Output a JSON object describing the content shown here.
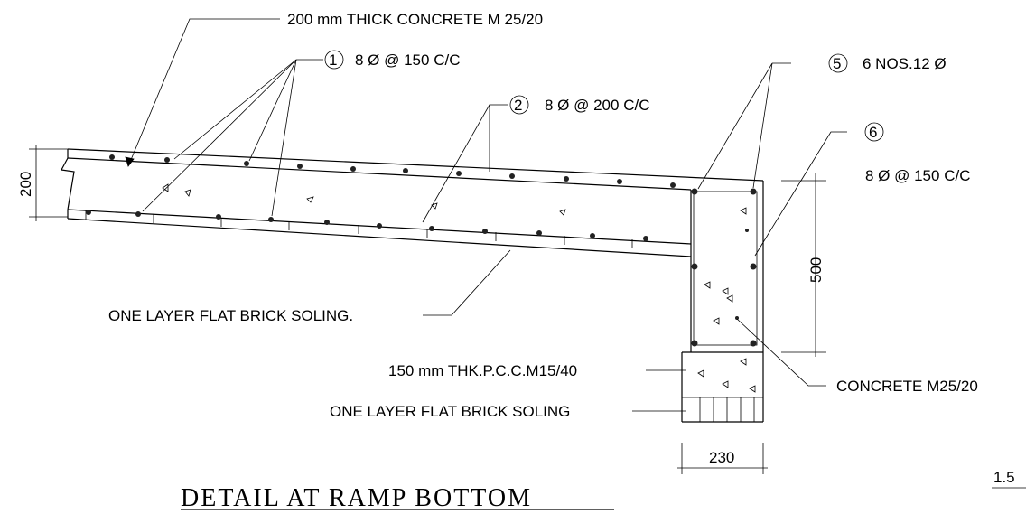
{
  "labels": {
    "slab": "200 mm THICK CONCRETE M 25/20",
    "mark1_num": "1",
    "mark1_text": "8 Ø @ 150 C/C",
    "mark2_num": "2",
    "mark2_text": "8 Ø @ 200 C/C",
    "mark5_num": "5",
    "mark5_text": "6 NOS.12 Ø",
    "mark6_num": "6",
    "mark6_text": "8 Ø @ 150 C/C",
    "soling_slab": "ONE LAYER FLAT BRICK SOLING.",
    "pcc": "150 mm THK.P.C.C.M15/40",
    "soling_beam": "ONE LAYER FLAT BRICK SOLING",
    "beam_concrete": "CONCRETE M25/20"
  },
  "dimensions": {
    "slab_thickness": "200",
    "beam_depth": "500",
    "beam_width": "230"
  },
  "title": "DETAIL  AT  RAMP  BOTTOM",
  "scale": "1.5"
}
